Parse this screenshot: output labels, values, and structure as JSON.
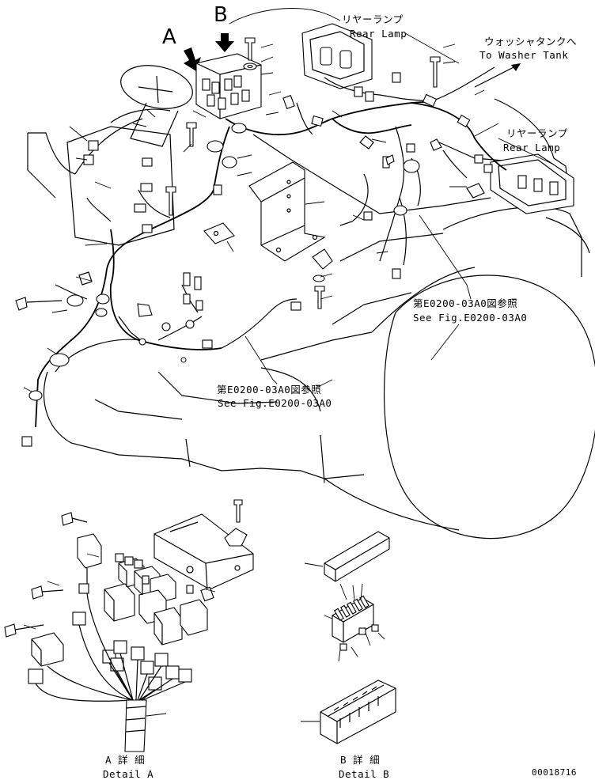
{
  "callouts": {
    "view_a": "A",
    "view_b": "B"
  },
  "labels": {
    "rear_lamp_top_jp": "リヤーランプ",
    "rear_lamp_top_en": "Rear Lamp",
    "washer_tank_jp": "ウォッシャタンクへ",
    "washer_tank_en": "To Washer Tank",
    "rear_lamp_right_jp": "リヤーランプ",
    "rear_lamp_right_en": "Rear Lamp",
    "see_fig_right_jp": "第E0200-03A0図参照",
    "see_fig_right_en": "See Fig.E0200-03A0",
    "see_fig_center_jp": "第E0200-03A0図参照",
    "see_fig_center_en": "See Fig.E0200-03A0",
    "detail_a_jp": "A 詳 細",
    "detail_a_en": "Detail A",
    "detail_b_jp": "B 詳 細",
    "detail_b_en": "Detail B",
    "drawing_number": "00018716"
  }
}
